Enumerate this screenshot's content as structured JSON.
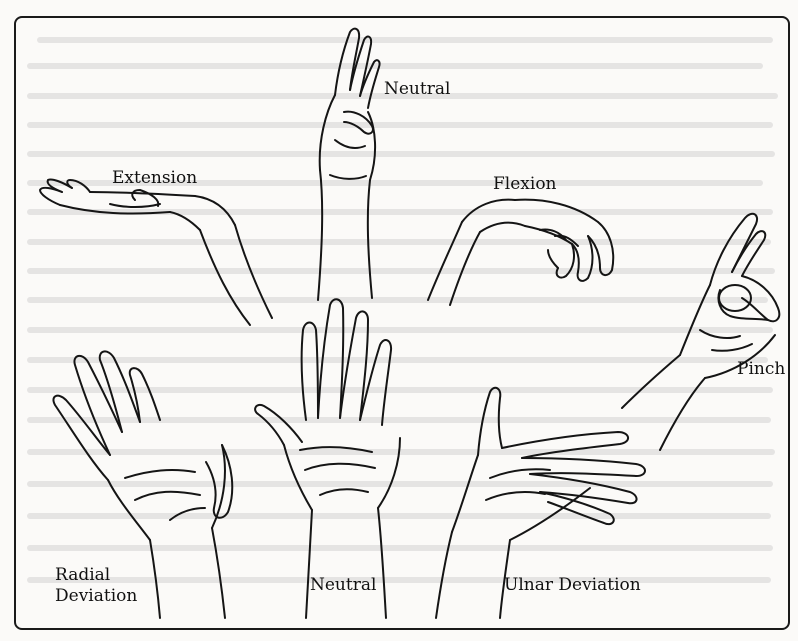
{
  "figure": {
    "labels": {
      "neutral_top": "Neutral",
      "extension": "Extension",
      "flexion": "Flexion",
      "pinch": "Pinch",
      "radial_deviation_line1": "Radial",
      "radial_deviation_line2": "Deviation",
      "neutral_bottom": "Neutral",
      "ulnar_deviation": "Ulnar Deviation"
    },
    "illustrations": [
      "hand-neutral-top",
      "hand-extension",
      "hand-flexion",
      "hand-pinch",
      "hand-radial-deviation",
      "hand-neutral-palm",
      "hand-ulnar-deviation"
    ]
  }
}
